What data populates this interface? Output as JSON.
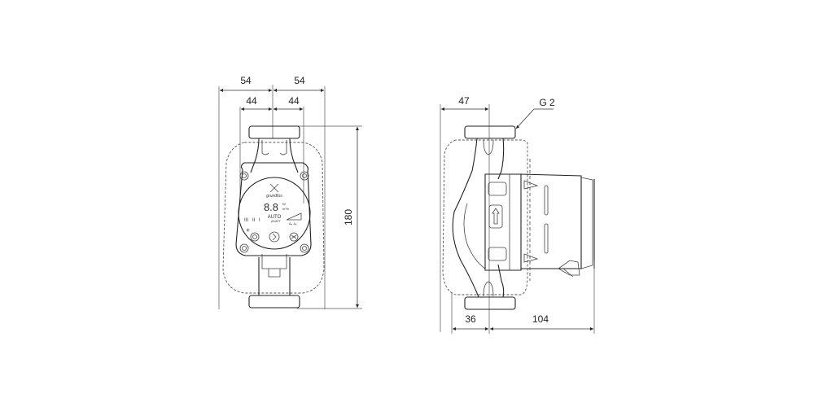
{
  "diagram": {
    "subject": "circulator pump dimension drawing",
    "front_view": {
      "dimensions": {
        "top_left_outer": "54",
        "top_right_outer": "54",
        "top_left_inner": "44",
        "top_right_inner": "44",
        "height": "180"
      },
      "control_panel": {
        "brand_logo": "grundfos",
        "display_value": "8.8",
        "display_unit_top": "W",
        "display_unit_bottom": "m³/h",
        "mode_label": "AUTO",
        "mode_sublabel": "ADAPT",
        "speed_labels": [
          "III",
          "II",
          "I"
        ]
      }
    },
    "side_view": {
      "dimensions": {
        "top_offset": "47",
        "thread": "G 2",
        "bottom_left": "36",
        "bottom_right": "104"
      }
    }
  }
}
